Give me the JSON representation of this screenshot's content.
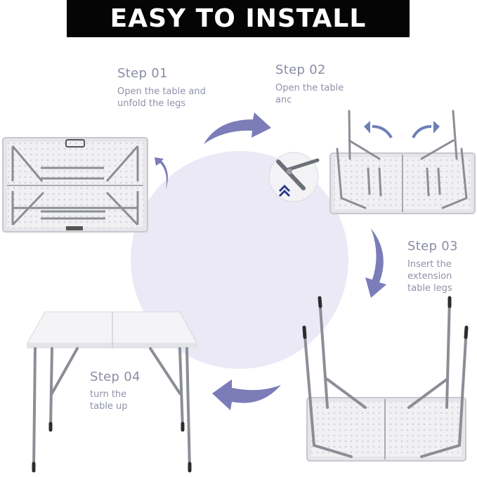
{
  "banner": {
    "title": "EASY TO INSTALL"
  },
  "steps": [
    {
      "title": "Step 01",
      "desc_lines": [
        "Open the table and",
        "unfold the legs"
      ]
    },
    {
      "title": "Step 02",
      "desc_lines": [
        "Open the table",
        "anc"
      ]
    },
    {
      "title": "Step 03",
      "desc_lines": [
        "Insert the",
        "extension",
        "table legs"
      ]
    },
    {
      "title": "Step 04",
      "desc_lines": [
        "turn the",
        "table up"
      ]
    }
  ],
  "colors": {
    "banner_bg": "#050505",
    "banner_text": "#ffffff",
    "accent_arrow": "#7b7cb8",
    "circle_bg": "#ebe9f6",
    "step_text": "#8a8da6",
    "table_top": "#f4f4f6",
    "table_leg": "#8c8e96"
  },
  "icons": [
    "curved-arrow-icon",
    "latch-detail-icon"
  ]
}
